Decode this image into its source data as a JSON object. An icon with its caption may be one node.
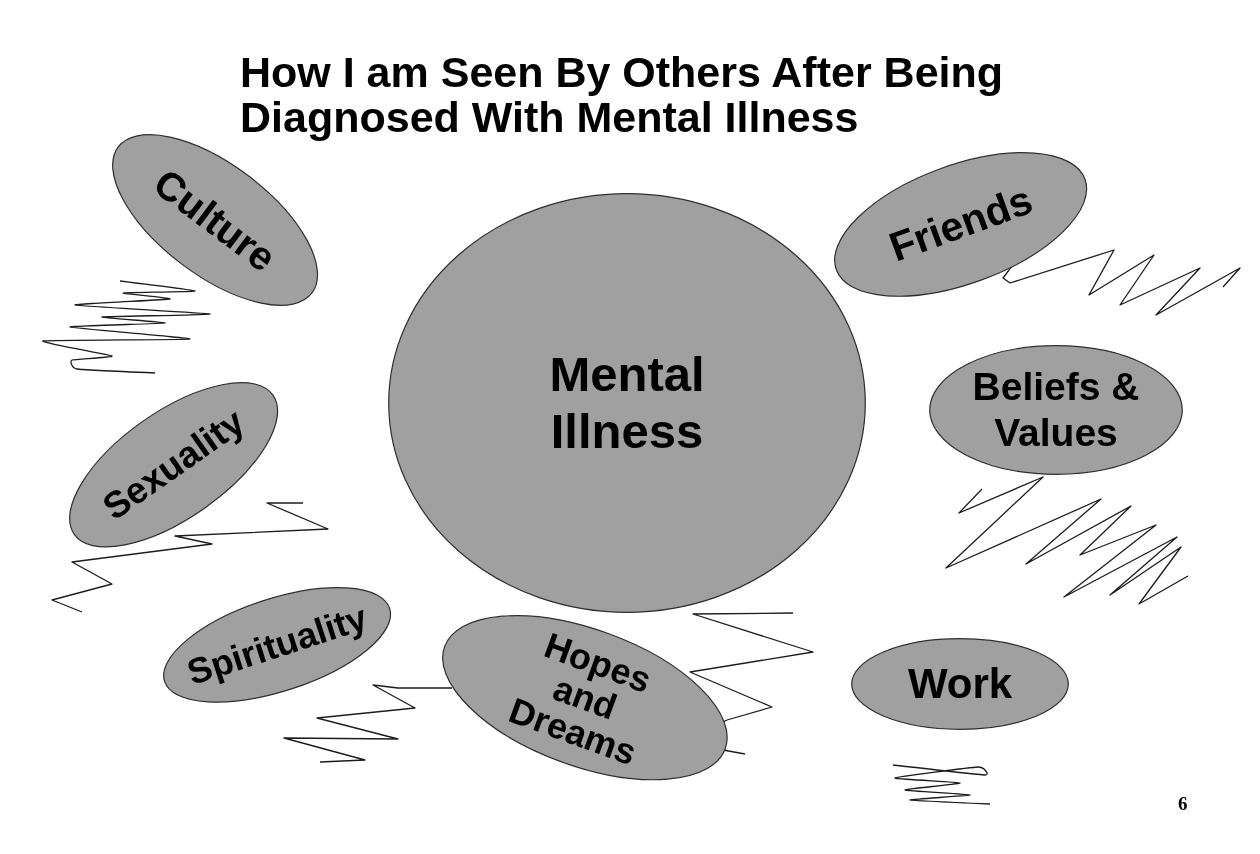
{
  "diagram": {
    "title": "How I am Seen By Others After Being Diagnosed With Mental Illness",
    "nodes": [
      {
        "text": [
          "Culture"
        ]
      },
      {
        "text": [
          "Friends"
        ]
      },
      {
        "text": [
          "Mental Illness"
        ]
      },
      {
        "text": [
          "Beliefs & Values"
        ]
      },
      {
        "text": [
          "Sexuality"
        ]
      },
      {
        "text": [
          "Spirituality"
        ]
      },
      {
        "text": [
          "Hopes and Dreams"
        ]
      },
      {
        "text": [
          "Work"
        ]
      }
    ],
    "labels": [
      "6"
    ]
  }
}
